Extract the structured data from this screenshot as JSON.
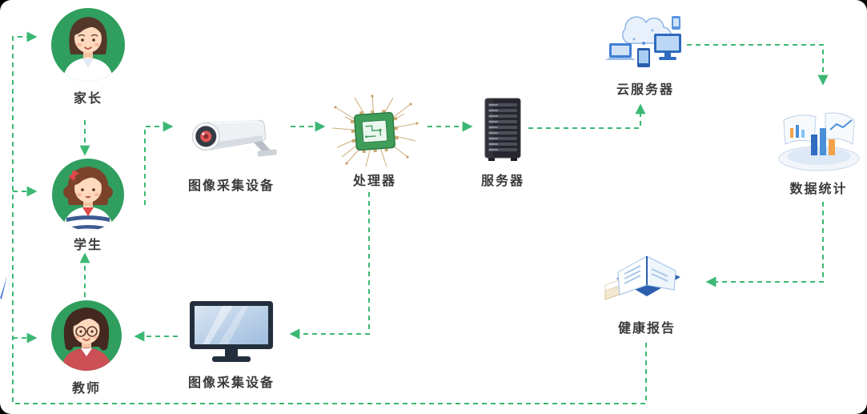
{
  "colors": {
    "arrow_green": "#3cb874",
    "avatar_bg_green": "#2f9e5e",
    "label_text": "#3a3a3a",
    "canvas_bg": "#ffffff",
    "page_bg": "#000000"
  },
  "nodes": {
    "parent": {
      "label": "家长",
      "icon": "parent-avatar-icon"
    },
    "student": {
      "label": "学生",
      "icon": "student-avatar-icon"
    },
    "teacher": {
      "label": "教师",
      "icon": "teacher-avatar-icon"
    },
    "camera_top": {
      "label": "图像采集设备",
      "icon": "cctv-camera-icon"
    },
    "processor": {
      "label": "处理器",
      "icon": "cpu-chip-icon"
    },
    "server": {
      "label": "服务器",
      "icon": "server-rack-icon"
    },
    "cloud_server": {
      "label": "云服务器",
      "icon": "cloud-devices-icon"
    },
    "data_stats": {
      "label": "数据统计",
      "icon": "dashboard-stats-icon"
    },
    "health_report": {
      "label": "健康报告",
      "icon": "open-book-report-icon"
    },
    "camera_bottom": {
      "label": "图像采集设备",
      "icon": "desktop-monitor-icon"
    }
  },
  "connections": [
    {
      "from": "student",
      "to": "camera_top"
    },
    {
      "from": "camera_top",
      "to": "processor"
    },
    {
      "from": "processor",
      "to": "server"
    },
    {
      "from": "server",
      "to": "cloud_server"
    },
    {
      "from": "cloud_server",
      "to": "data_stats"
    },
    {
      "from": "data_stats",
      "to": "health_report"
    },
    {
      "from": "health_report",
      "to": "parent",
      "via": "left-bottom-loop"
    },
    {
      "from": "health_report",
      "to": "student",
      "via": "left-bottom-loop"
    },
    {
      "from": "health_report",
      "to": "teacher",
      "via": "left-bottom-loop"
    },
    {
      "from": "parent",
      "to": "student"
    },
    {
      "from": "teacher",
      "to": "student"
    },
    {
      "from": "processor",
      "to": "camera_bottom"
    },
    {
      "from": "camera_bottom",
      "to": "teacher"
    }
  ]
}
